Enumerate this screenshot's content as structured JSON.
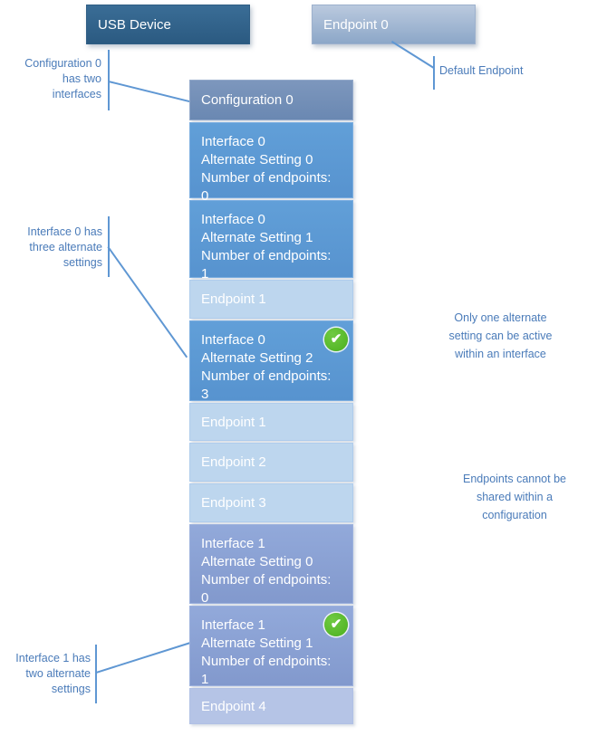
{
  "usb_device": {
    "label": "USB Device"
  },
  "endpoint0": {
    "label": "Endpoint 0"
  },
  "icons": {
    "check": "✔"
  },
  "callouts": {
    "config_note": {
      "text": "Configuration 0\nhas two\ninterfaces"
    },
    "default_endpoint": {
      "label": "Default Endpoint"
    },
    "interface0_note": {
      "text": "Interface 0 has\nthree alternate\nsettings"
    },
    "interface1_note": {
      "text": "Interface 1 has\ntwo alternate\nsettings"
    },
    "alternate_note": {
      "text": "Only one alternate\nsetting can be active\nwithin an interface"
    },
    "endpoints_note": {
      "text": "Endpoints cannot be\nshared within a\nconfiguration"
    }
  },
  "stack": {
    "items": [
      {
        "kind": "config",
        "line1": "Configuration 0"
      },
      {
        "kind": "interface0",
        "line1": "Interface 0",
        "line2": "Alternate Setting 0",
        "line3": "Number of endpoints: 0",
        "checked": false
      },
      {
        "kind": "interface0",
        "line1": "Interface 0",
        "line2": "Alternate Setting 1",
        "line3": "Number of endpoints: 1",
        "checked": false
      },
      {
        "kind": "endpoint",
        "line1": "Endpoint 1"
      },
      {
        "kind": "interface0",
        "line1": "Interface 0",
        "line2": "Alternate Setting 2",
        "line3": "Number of endpoints: 3",
        "checked": true
      },
      {
        "kind": "endpoint",
        "line1": "Endpoint 1"
      },
      {
        "kind": "endpoint",
        "line1": "Endpoint 2"
      },
      {
        "kind": "endpoint",
        "line1": "Endpoint 3"
      },
      {
        "kind": "interface1",
        "line1": "Interface 1",
        "line2": "Alternate Setting 0",
        "line3": "Number of endpoints: 0",
        "checked": false
      },
      {
        "kind": "interface1",
        "line1": "Interface 1",
        "line2": "Alternate Setting 1",
        "line3": "Number of endpoints: 1",
        "checked": true
      },
      {
        "kind": "endpoint4",
        "line1": "Endpoint 4"
      }
    ]
  },
  "colors": {
    "usb_box": "#2e5e86",
    "endpoint0_box": "#9db4d2",
    "configuration_box": "#7292ba",
    "interface0_box": "#5b9ad2",
    "endpoint_box": "#bdd6ee",
    "interface1_box": "#8ea6d8",
    "endpoint4_box": "#b5c4e6",
    "check_green": "#53b828",
    "annotation_text": "#4a7bb9",
    "connector_line": "#5f97d3"
  }
}
